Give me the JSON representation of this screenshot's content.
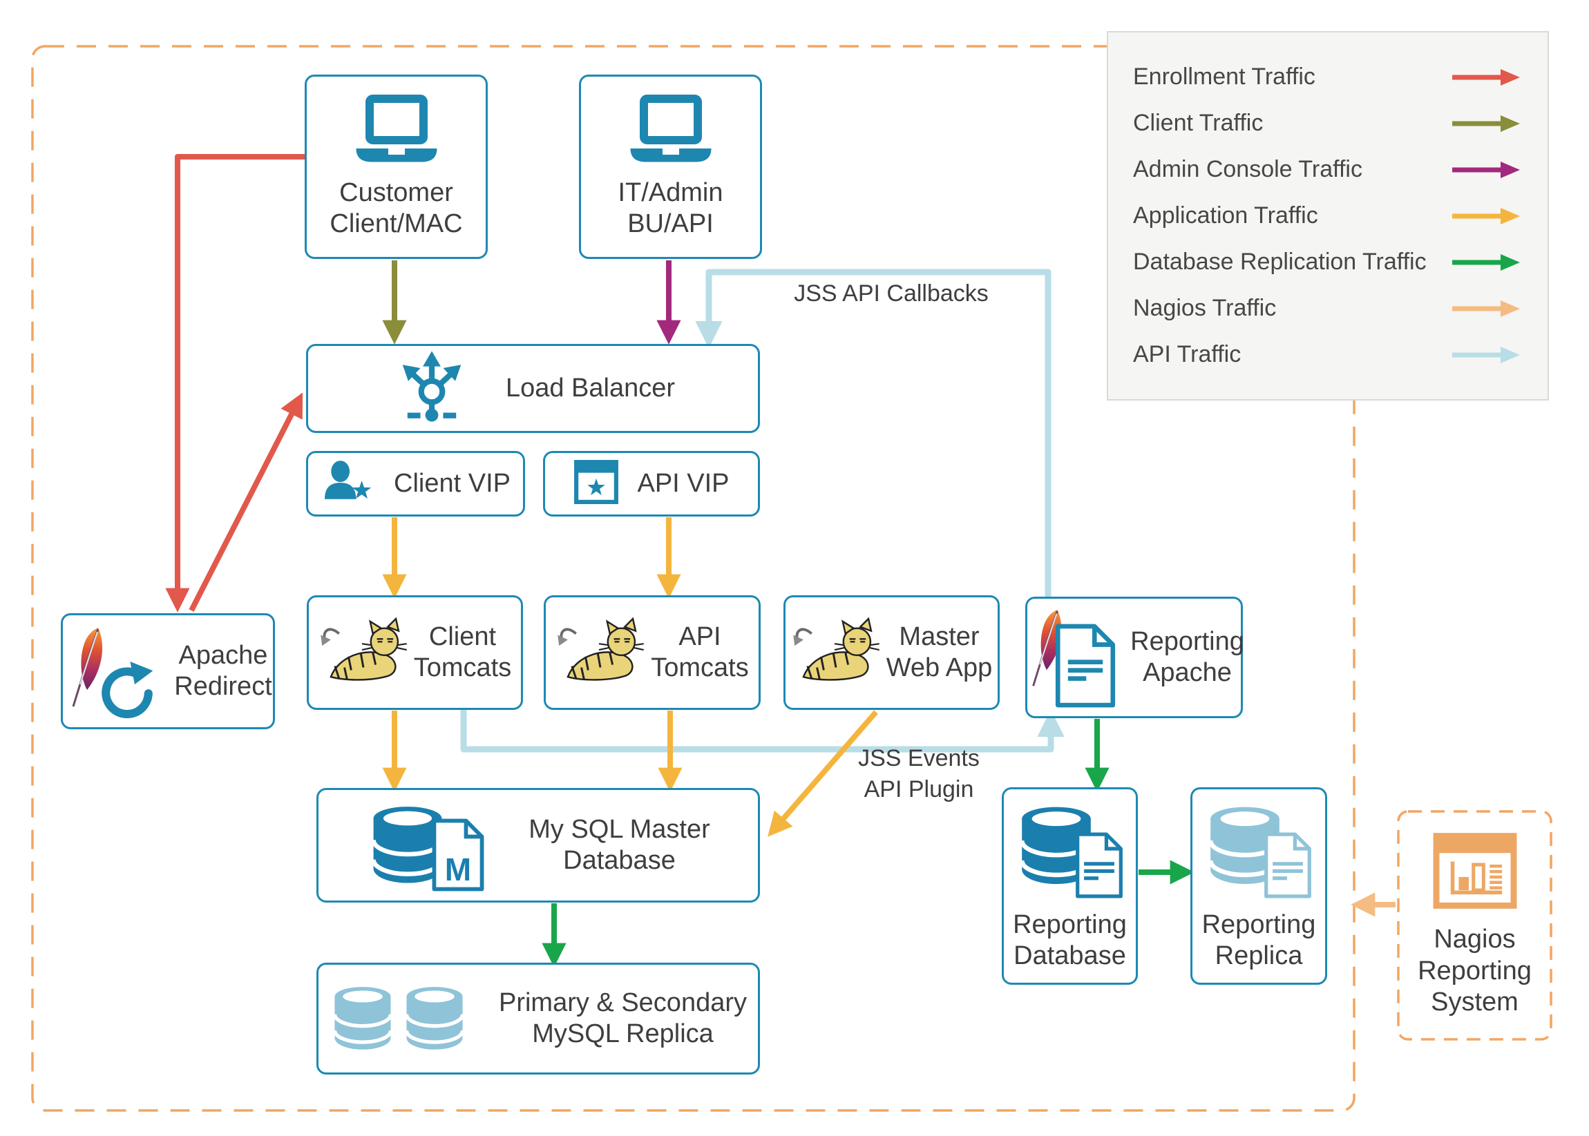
{
  "diagram": {
    "nodes": {
      "customer_client": {
        "label": "Customer\nClient/MAC"
      },
      "it_admin": {
        "label": "IT/Admin\nBU/API"
      },
      "load_balancer": {
        "label": "Load Balancer"
      },
      "client_vip": {
        "label": "Client VIP"
      },
      "api_vip": {
        "label": "API VIP"
      },
      "apache_redirect": {
        "label": "Apache\nRedirect"
      },
      "client_tomcats": {
        "label": "Client\nTomcats"
      },
      "api_tomcats": {
        "label": "API\nTomcats"
      },
      "master_web_app": {
        "label": "Master\nWeb App"
      },
      "reporting_apache": {
        "label": "Reporting\nApache"
      },
      "mysql_master": {
        "label": "My SQL Master\nDatabase"
      },
      "mysql_replica": {
        "label": "Primary & Secondary\nMySQL Replica"
      },
      "reporting_database": {
        "label": "Reporting\nDatabase"
      },
      "reporting_replica": {
        "label": "Reporting\nReplica"
      },
      "nagios": {
        "label": "Nagios\nReporting\nSystem"
      }
    },
    "annotations": {
      "jss_api_callbacks": "JSS API Callbacks",
      "jss_events_api_plugin": "JSS Events\nAPI Plugin"
    },
    "legend": {
      "items": [
        {
          "label": "Enrollment Traffic",
          "color": "#e2584b"
        },
        {
          "label": "Client Traffic",
          "color": "#8a8d3a"
        },
        {
          "label": "Admin Console Traffic",
          "color": "#a3297d"
        },
        {
          "label": "Application Traffic",
          "color": "#f4b53e"
        },
        {
          "label": "Database Replication Traffic",
          "color": "#19a64a"
        },
        {
          "label": "Nagios Traffic",
          "color": "#f4bc82"
        },
        {
          "label": "API Traffic",
          "color": "#b9dde6"
        }
      ]
    },
    "colors": {
      "node_border": "#1d89b4",
      "dashed_border": "#f2a661",
      "icon_teal": "#1e87b0",
      "db_master_blue": "#1b7fae",
      "db_replica_blue": "#8fc3d8",
      "nagios_orange": "#eda765",
      "text": "#3e3e3e"
    }
  }
}
